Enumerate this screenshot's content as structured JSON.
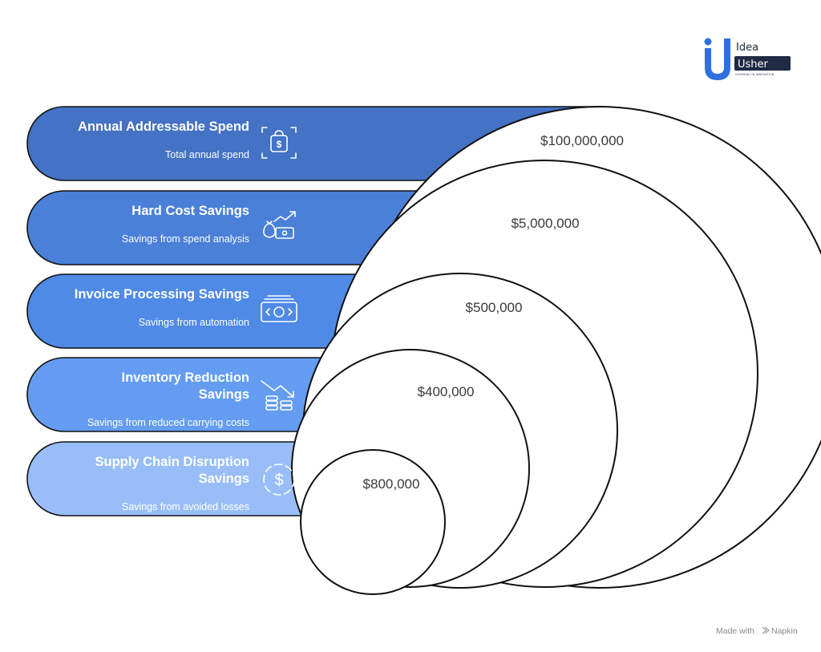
{
  "logo": {
    "line1": "Idea",
    "line2": "Usher",
    "tagline": "USHERING IN INNOVATION",
    "brand_color": "#2f6fe0"
  },
  "items": [
    {
      "title_lines": [
        "Annual Addressable Spend"
      ],
      "description": "Total annual spend",
      "value": "$100,000,000",
      "icon": "shopping-bag-dollar-icon",
      "color": "#4472c4"
    },
    {
      "title_lines": [
        "Hard Cost Savings"
      ],
      "description": "Savings from spend analysis",
      "value": "$5,000,000",
      "icon": "money-bag-growth-icon",
      "color": "#4a80d8"
    },
    {
      "title_lines": [
        "Invoice Processing Savings"
      ],
      "description": "Savings from automation",
      "value": "$500,000",
      "icon": "cash-stack-icon",
      "color": "#4f8ae6"
    },
    {
      "title_lines": [
        "Inventory Reduction",
        "Savings"
      ],
      "description": "Savings from reduced carrying costs",
      "value": "$400,000",
      "icon": "coins-trend-down-icon",
      "color": "#649cf2"
    },
    {
      "title_lines": [
        "Supply Chain Disruption",
        "Savings"
      ],
      "description": "Savings from avoided losses",
      "value": "$800,000",
      "icon": "dollar-circle-icon",
      "color": "#99bef7"
    }
  ],
  "footer": {
    "made_with": "Made with",
    "brand": "Napkin"
  }
}
